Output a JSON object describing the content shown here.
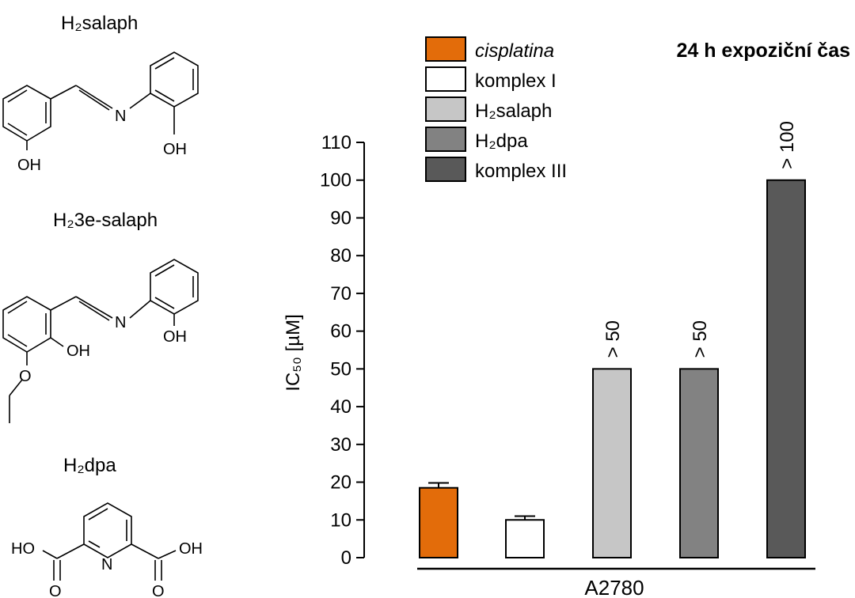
{
  "structures": [
    {
      "name": "H₂salaph",
      "atoms": [
        "N",
        "OH",
        "OH"
      ]
    },
    {
      "name": "H₂3e-salaph",
      "atoms": [
        "N",
        "OH",
        "OH",
        "O"
      ]
    },
    {
      "name": "H₂dpa",
      "atoms": [
        "N",
        "HO",
        "OH",
        "O",
        "O"
      ]
    }
  ],
  "chart_data": {
    "type": "bar",
    "title": "24 h expoziční čas",
    "ylabel": "IC₅₀ [µM]",
    "xlabel": "A2780",
    "ylim": [
      0,
      110
    ],
    "yticks": [
      0,
      10,
      20,
      30,
      40,
      50,
      60,
      70,
      80,
      90,
      100,
      110
    ],
    "grid": false,
    "legend_position": "top-left",
    "series": [
      {
        "name": "cisplatina",
        "value": 18.5,
        "error": 1.3,
        "color": "#E36C0A",
        "label": ""
      },
      {
        "name": "komplex I",
        "value": 10.0,
        "error": 1.0,
        "color": "#FFFFFF",
        "label": ""
      },
      {
        "name": "H₂salaph",
        "value": 50,
        "error": 0,
        "color": "#C6C6C6",
        "label": "> 50"
      },
      {
        "name": "H₂dpa",
        "value": 50,
        "error": 0,
        "color": "#828282",
        "label": "> 50"
      },
      {
        "name": "komplex III",
        "value": 100,
        "error": 0,
        "color": "#595959",
        "label": "> 100"
      }
    ]
  }
}
